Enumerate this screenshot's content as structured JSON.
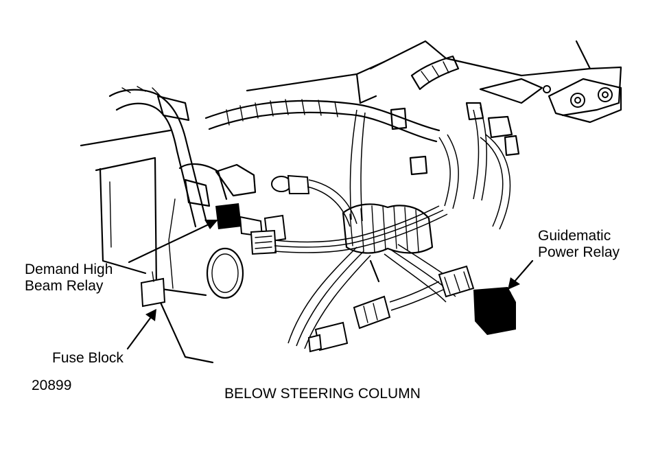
{
  "labels": {
    "demand_line1": "Demand High",
    "demand_line2": "Beam Relay",
    "fuse_block": "Fuse Block",
    "guide_line1": "Guidematic",
    "guide_line2": "Power Relay",
    "figure_number": "20899",
    "caption": "BELOW STEERING COLUMN"
  },
  "colors": {
    "ink": "#000000",
    "paper": "#ffffff"
  }
}
